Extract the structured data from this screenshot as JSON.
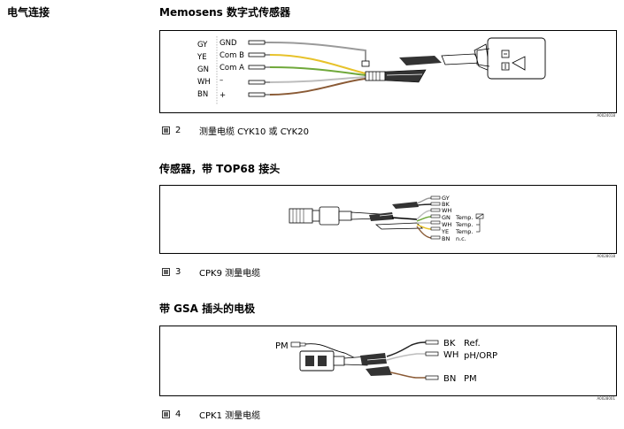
{
  "page": {
    "side_title": "电气连接"
  },
  "sections": [
    {
      "title": "Memosens 数字式传感器",
      "caption_num": "2",
      "caption_text": "测量电缆 CYK10 或 CYK20",
      "fig_id": "A0024018"
    },
    {
      "title": "传感器，带 TOP68 接头",
      "caption_num": "3",
      "caption_text": "CPK9 测量电缆",
      "fig_id": "A0028018"
    },
    {
      "title": "带 GSA 插头的电极",
      "caption_num": "4",
      "caption_text": "CPK1 测量电缆",
      "fig_id": "A0028001"
    }
  ],
  "fig1": {
    "wires": [
      {
        "code": "GY",
        "name": "GND",
        "color": "#9a9a9a"
      },
      {
        "code": "YE",
        "name": "Com B",
        "color": "#e7c22a"
      },
      {
        "code": "GN",
        "name": "Com A",
        "color": "#6fa83a"
      },
      {
        "code": "WH",
        "name": "–",
        "color": "#bdbdbd"
      },
      {
        "code": "BN",
        "name": "+",
        "color": "#8a5a35"
      }
    ]
  },
  "fig2": {
    "wires": [
      {
        "code": "GY",
        "name": "",
        "color": "#9a9a9a"
      },
      {
        "code": "BK",
        "name": "",
        "color": "#222222"
      },
      {
        "code": "WH",
        "name": "",
        "color": "#bdbdbd"
      },
      {
        "code": "GN",
        "name": "Temp.",
        "color": "#6fa83a"
      },
      {
        "code": "WH",
        "name": "Temp.",
        "color": "#bdbdbd"
      },
      {
        "code": "YE",
        "name": "Temp.",
        "color": "#e7c22a"
      },
      {
        "code": "BN",
        "name": "n.c.",
        "color": "#8a5a35"
      }
    ]
  },
  "fig3": {
    "pm_label": "PM",
    "wires": [
      {
        "code": "BK",
        "name": "Ref.",
        "color": "#222222"
      },
      {
        "code": "WH",
        "name": "pH/ORP",
        "color": "#bdbdbd"
      },
      {
        "code": "BN",
        "name": "PM",
        "color": "#8a5a35"
      }
    ]
  }
}
